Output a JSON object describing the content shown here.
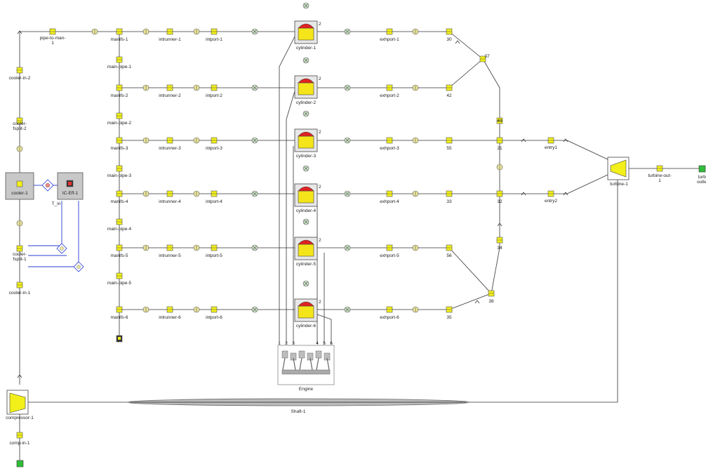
{
  "labels": {
    "pipe_to_man": "pipe-to-man-\n1",
    "cooler_in_2": "cooler-in-2",
    "cooler_fsplit_2": "cooler-\nfsplit-2",
    "cooler_1": "cooler-1",
    "ic_eff": "IC-Eff-1",
    "cooler_fsplit_1": "cooler-\nfsplit-1",
    "cooler_in_1": "cooler-in-1",
    "compressor": "compressor-1",
    "comp_in": "comp-in-1",
    "engine": "Engine",
    "shaft": "Shaft-1",
    "turbine": "turbine-1",
    "turbine_out": "turbine-out-\n1",
    "turbine_outlet": "turbi\noutlet",
    "entry1": "entry1",
    "entry2": "entry2",
    "t_in": "T_in"
  },
  "rows": [
    {
      "manifold": "manifs-1",
      "intrunner": "intrunner-1",
      "intport": "intport-1",
      "cylinder": "cylinder-1",
      "exhport": "exhport-1",
      "tag": "30",
      "main_pipe": "main-pipe-1"
    },
    {
      "manifold": "manifs-2",
      "intrunner": "intrunner-2",
      "intport": "intport-2",
      "cylinder": "cylinder-2",
      "exhport": "exhport-2",
      "tag": "42",
      "main_pipe": "main-pipe-2"
    },
    {
      "manifold": "manifs-3",
      "intrunner": "intrunner-3",
      "intport": "intport-3",
      "cylinder": "cylinder-3",
      "exhport": "exhport-3",
      "tag": "55",
      "main_pipe": "main-pipe-3"
    },
    {
      "manifold": "manifs-4",
      "intrunner": "intrunner-4",
      "intport": "intport-4",
      "cylinder": "cylinder-4",
      "exhport": "exhport-4",
      "tag": "33",
      "main_pipe": "main-pipe-4"
    },
    {
      "manifold": "manifs-5",
      "intrunner": "intrunner-5",
      "intport": "intport-5",
      "cylinder": "cylinder-5",
      "exhport": "exhport-5",
      "tag": "56",
      "main_pipe": "main-pipe-5"
    },
    {
      "manifold": "manifs-6",
      "intrunner": "intrunner-6",
      "intport": "intport-6",
      "cylinder": "cylinder-6",
      "exhport": "exhport-6",
      "tag": "35",
      "main_pipe": ""
    }
  ],
  "junctions": {
    "j37": "37",
    "j49": "49",
    "j21": "21",
    "j32": "32",
    "j34": "34",
    "j38": "38"
  },
  "engine_ports": [
    "1",
    "2",
    "3",
    "4",
    "5",
    "6"
  ],
  "colors": {
    "pipe_fill": "#f2ef1a",
    "cyl_fill": "#e8e7e7",
    "valve_fill": "#cde7c6",
    "orifice_fill": "#ebe69a",
    "blue_wire": "#2a3bd6",
    "turbine_fill": "#f2ef1a",
    "outlet_fill": "#2fbe3a"
  }
}
